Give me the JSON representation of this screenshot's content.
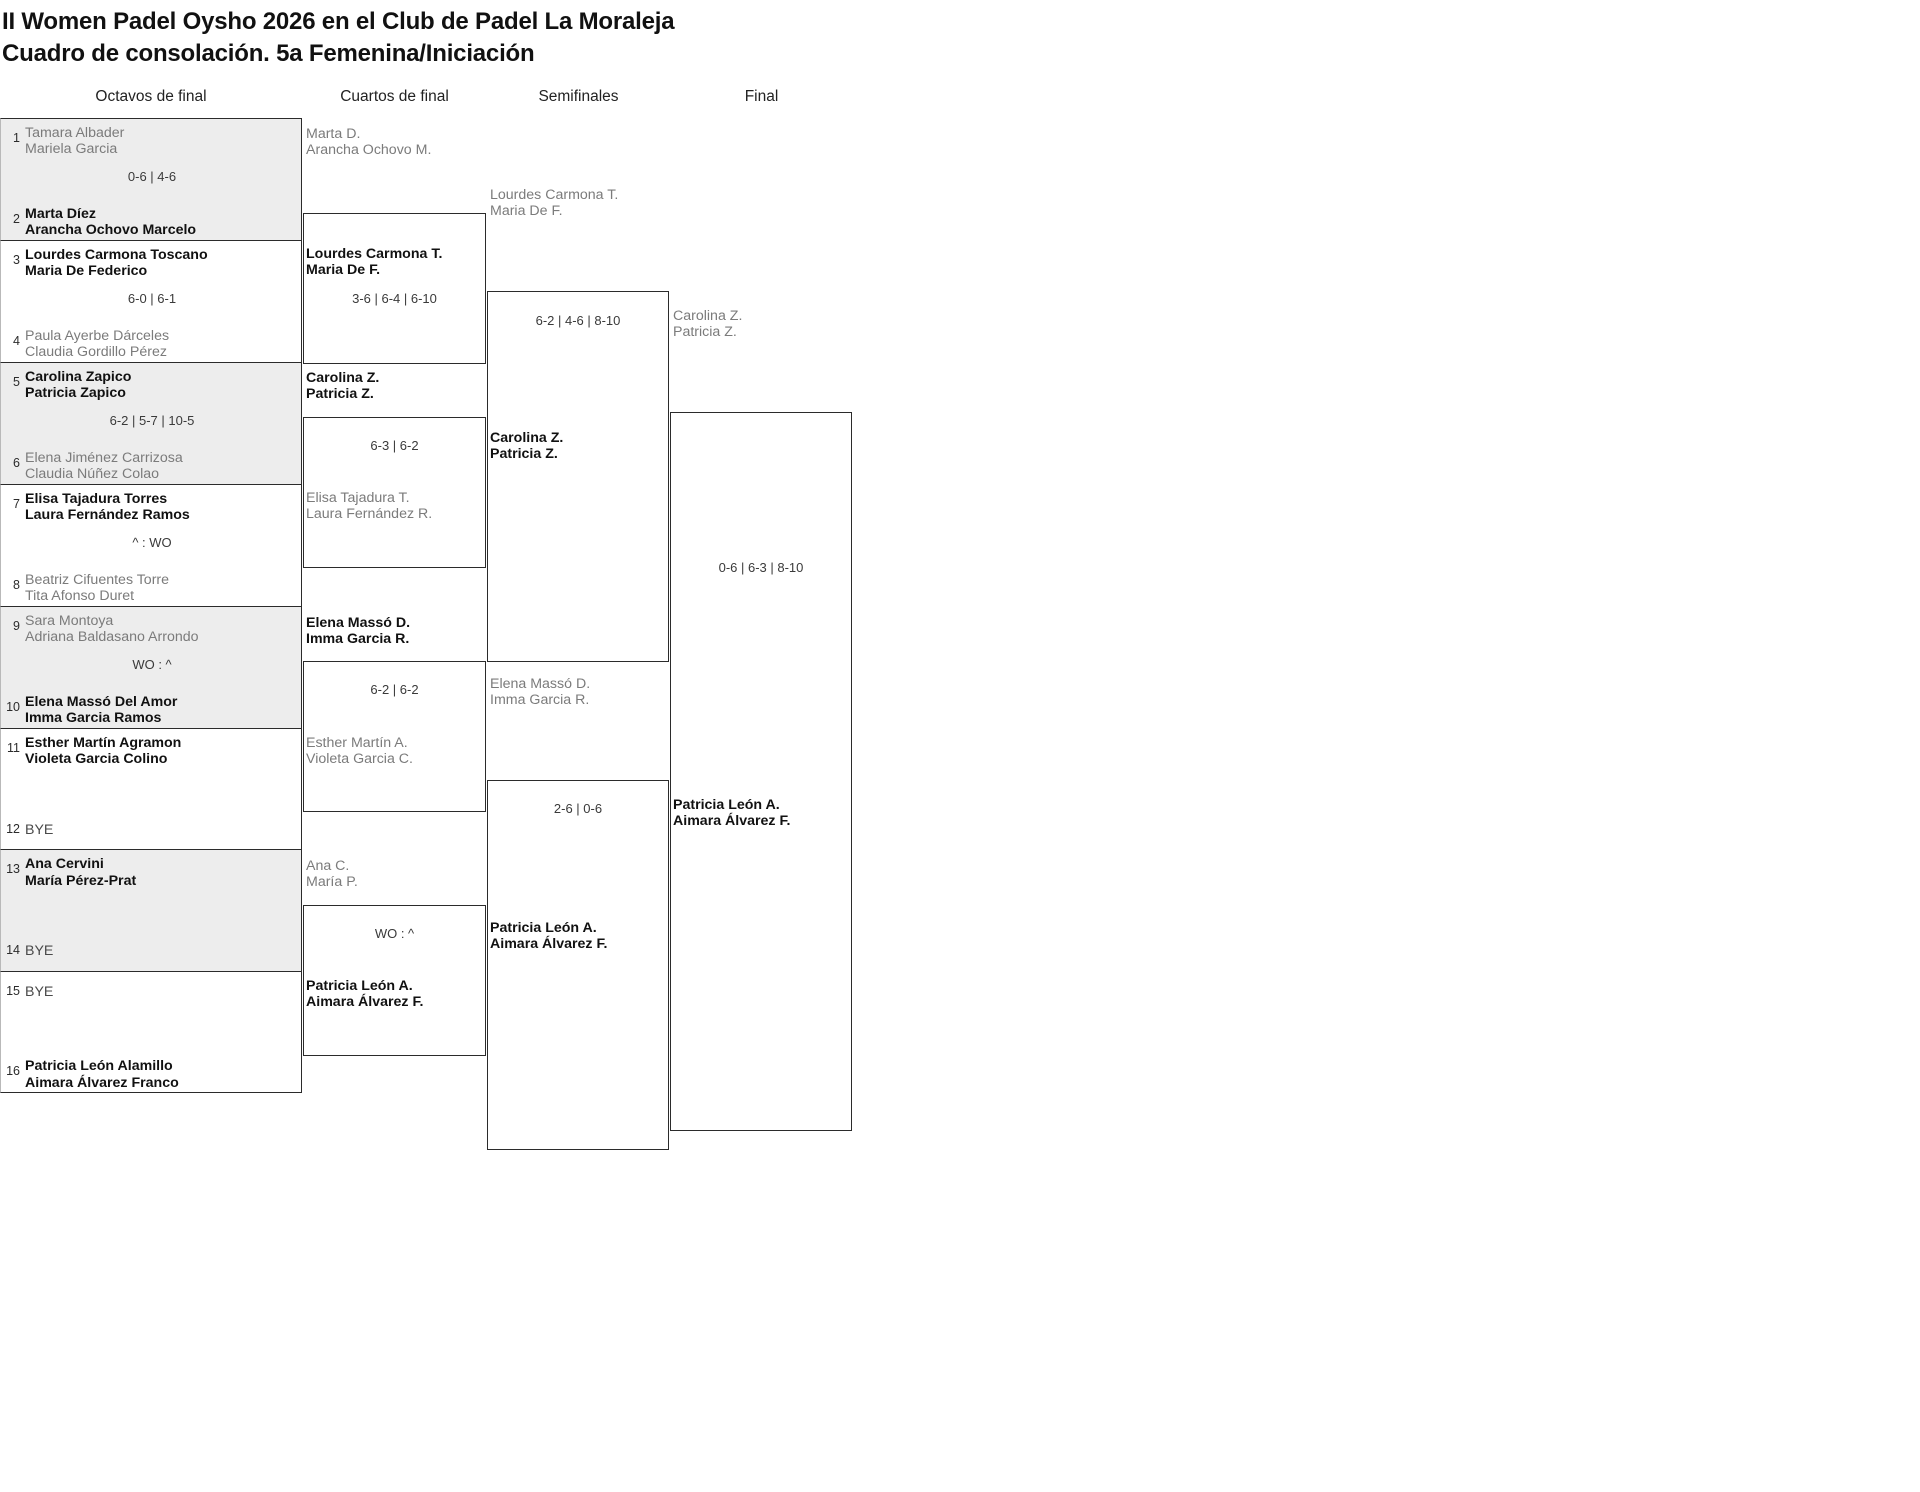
{
  "title": {
    "line1": "II Women Padel Oysho 2026 en el Club de Padel La Moraleja",
    "line2": "Cuadro de consolación. 5a Femenina/Iniciación"
  },
  "headers": {
    "round_of_16": "Octavos de final",
    "quarterfinals": "Cuartos de final",
    "semifinals": "Semifinales",
    "final": "Final"
  },
  "colors": {
    "row_shade": "#ededed",
    "border": "#2b2b2b",
    "winner_text": "#111111",
    "loser_text": "#7b7b7b"
  },
  "round_of_16": [
    {
      "score": "0-6 | 4-6",
      "top": {
        "seed": "1",
        "p1": "Tamara Albader",
        "p2": "Mariela Garcia",
        "winner": false
      },
      "bottom": {
        "seed": "2",
        "p1": "Marta Díez",
        "p2": "Arancha Ochovo Marcelo",
        "winner": true
      }
    },
    {
      "score": "6-0 | 6-1",
      "top": {
        "seed": "3",
        "p1": "Lourdes Carmona Toscano",
        "p2": "Maria De Federico",
        "winner": true
      },
      "bottom": {
        "seed": "4",
        "p1": "Paula Ayerbe Dárceles",
        "p2": "Claudia Gordillo Pérez",
        "winner": false
      }
    },
    {
      "score": "6-2 | 5-7 | 10-5",
      "top": {
        "seed": "5",
        "p1": "Carolina Zapico",
        "p2": "Patricia Zapico",
        "winner": true
      },
      "bottom": {
        "seed": "6",
        "p1": "Elena Jiménez Carrizosa",
        "p2": "Claudia Núñez Colao",
        "winner": false
      }
    },
    {
      "score": "^ : WO",
      "top": {
        "seed": "7",
        "p1": "Elisa Tajadura Torres",
        "p2": "Laura Fernández Ramos",
        "winner": true
      },
      "bottom": {
        "seed": "8",
        "p1": "Beatriz Cifuentes Torre",
        "p2": "Tita Afonso Duret",
        "winner": false
      }
    },
    {
      "score": "WO : ^",
      "top": {
        "seed": "9",
        "p1": "Sara Montoya",
        "p2": "Adriana Baldasano Arrondo",
        "winner": false
      },
      "bottom": {
        "seed": "10",
        "p1": "Elena Massó Del Amor",
        "p2": "Imma Garcia Ramos",
        "winner": true
      }
    },
    {
      "score": "",
      "top": {
        "seed": "11",
        "p1": "Esther Martín Agramon",
        "p2": "Violeta Garcia Colino",
        "winner": true
      },
      "bottom": {
        "seed": "12",
        "bye": "BYE",
        "winner": false
      }
    },
    {
      "score": "",
      "top": {
        "seed": "13",
        "p1": "Ana Cervini",
        "p2": "María Pérez-Prat",
        "winner": true
      },
      "bottom": {
        "seed": "14",
        "bye": "BYE",
        "winner": false
      }
    },
    {
      "score": "",
      "top": {
        "seed": "15",
        "bye": "BYE",
        "winner": false
      },
      "bottom": {
        "seed": "16",
        "p1": "Patricia León Alamillo",
        "p2": "Aimara Álvarez Franco",
        "winner": true
      }
    }
  ],
  "quarterfinals": [
    {
      "score": "3-6 | 6-4 | 6-10",
      "top": {
        "p1": "Marta D.",
        "p2": "Arancha Ochovo M.",
        "winner": false
      },
      "bottom": {
        "p1": "Lourdes Carmona T.",
        "p2": "Maria De F.",
        "winner": true
      }
    },
    {
      "score": "6-3 | 6-2",
      "top": {
        "p1": "Carolina Z.",
        "p2": "Patricia Z.",
        "winner": true
      },
      "bottom": {
        "p1": "Elisa Tajadura T.",
        "p2": "Laura Fernández R.",
        "winner": false
      }
    },
    {
      "score": "6-2 | 6-2",
      "top": {
        "p1": "Elena Massó D.",
        "p2": "Imma Garcia R.",
        "winner": true
      },
      "bottom": {
        "p1": "Esther Martín A.",
        "p2": "Violeta Garcia C.",
        "winner": false
      }
    },
    {
      "score": "WO : ^",
      "top": {
        "p1": "Ana C.",
        "p2": "María P.",
        "winner": false
      },
      "bottom": {
        "p1": "Patricia León A.",
        "p2": "Aimara Álvarez F.",
        "winner": true
      }
    }
  ],
  "semifinals": [
    {
      "score": "6-2 | 4-6 | 8-10",
      "top": {
        "p1": "Lourdes Carmona T.",
        "p2": "Maria De F.",
        "winner": false
      },
      "bottom": {
        "p1": "Carolina Z.",
        "p2": "Patricia Z.",
        "winner": true
      }
    },
    {
      "score": "2-6 | 0-6",
      "top": {
        "p1": "Elena Massó D.",
        "p2": "Imma Garcia R.",
        "winner": false
      },
      "bottom": {
        "p1": "Patricia León A.",
        "p2": "Aimara Álvarez F.",
        "winner": true
      }
    }
  ],
  "final": [
    {
      "score": "0-6 | 6-3 | 8-10",
      "top": {
        "p1": "Carolina Z.",
        "p2": "Patricia Z.",
        "winner": false
      },
      "bottom": {
        "p1": "Patricia León A.",
        "p2": "Aimara Álvarez F.",
        "winner": true
      }
    }
  ]
}
